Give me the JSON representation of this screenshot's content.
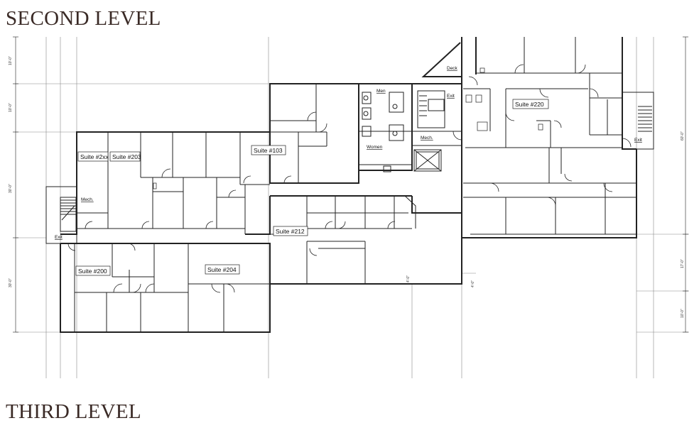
{
  "headings": {
    "second": "SECOND LEVEL",
    "third": "THIRD LEVEL"
  },
  "suites": {
    "s2xx": "Suite #2xx",
    "s203": "Suite #203",
    "s103": "Suite #103",
    "s212": "Suite #212",
    "s200": "Suite #200",
    "s204": "Suite #204",
    "s220": "Suite #220"
  },
  "rooms": {
    "men": "Men",
    "women": "Women",
    "mech_core": "Mech.",
    "mech_left": "Mech.",
    "deck": "Deck",
    "exit_top": "Exit",
    "exit_right": "Exit",
    "exit_left": "Exit"
  },
  "dimensions": {
    "d1": "10'-0\"",
    "d2": "10'-0\"",
    "d3": "30'-0\"",
    "d4": "30'-0\"",
    "d5": "60'-0\"",
    "d6": "17'-0\"",
    "d7": "10'-0\"",
    "d8": "4'-0\"",
    "d9": "4'-0\""
  }
}
